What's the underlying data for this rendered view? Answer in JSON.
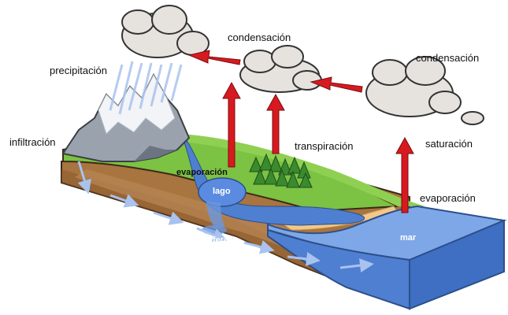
{
  "labels": {
    "condensacion_1": "condensación",
    "condensacion_2": "condensación",
    "precipitacion": "precipitación",
    "infiltracion": "infiltración",
    "transpiracion": "transpiración",
    "saturacion": "saturación",
    "evaporacion_mar": "evaporación",
    "evaporacion_lago": "evaporación",
    "lago": "lago",
    "acuifero": "acuífero",
    "mar": "mar"
  },
  "colors": {
    "grass": "#7cc243",
    "soil": "#a8743f",
    "soil_dark": "#8a5a2b",
    "water": "#4f7fd0",
    "sea_light": "#7ea7e8",
    "cloud": "#e6e3df",
    "arrow_red": "#d71a20",
    "mountain": "#9aa3ad",
    "snow": "#f2f4f7",
    "tree": "#3a8a2e",
    "sand": "#f2c88a"
  }
}
